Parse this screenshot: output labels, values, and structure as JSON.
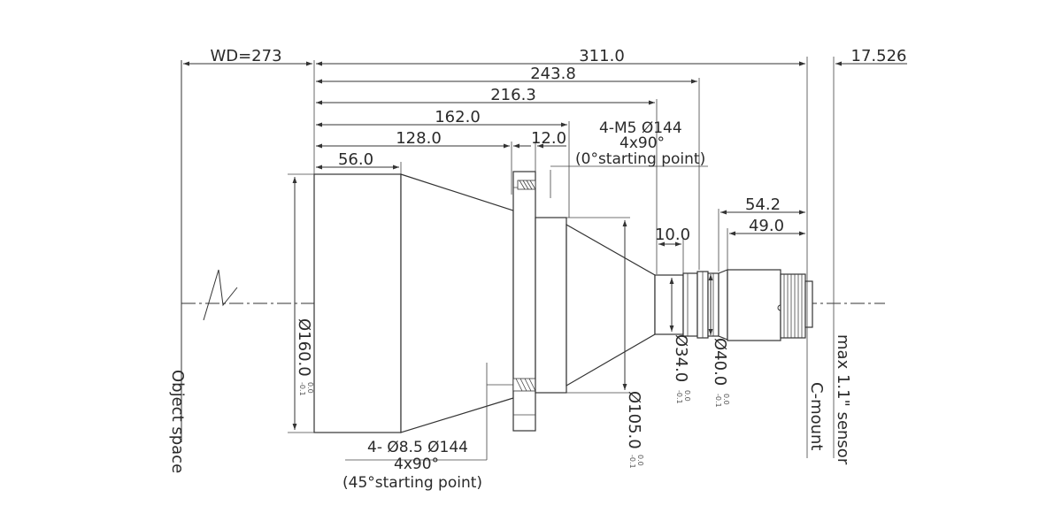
{
  "dimensions": {
    "wd": "WD=273",
    "total_length": "311.0",
    "sensor_offset": "17.526",
    "len_243": "243.8",
    "len_216": "216.3",
    "len_162": "162.0",
    "len_128": "128.0",
    "flange_thickness": "12.0",
    "front_barrel": "56.0",
    "rear_54": "54.2",
    "rear_49": "49.0",
    "ring_10": "10.0"
  },
  "diameters": {
    "d160": "Ø160.0",
    "d105": "Ø105.0",
    "d34": "Ø34.0",
    "d40": "Ø40.0",
    "tol_upper": "0.0",
    "tol_lower": "-0.1"
  },
  "notes": {
    "top_hole_1": "4-M5  Ø144",
    "top_hole_2": "4x90°",
    "top_hole_3": "(0°starting point)",
    "bottom_hole_1": "4- Ø8.5  Ø144",
    "bottom_hole_2": "4x90°",
    "bottom_hole_3": "(45°starting point)"
  },
  "labels": {
    "object_space": "Object space",
    "c_mount": "C-mount",
    "sensor": "max 1.1\" sensor"
  }
}
